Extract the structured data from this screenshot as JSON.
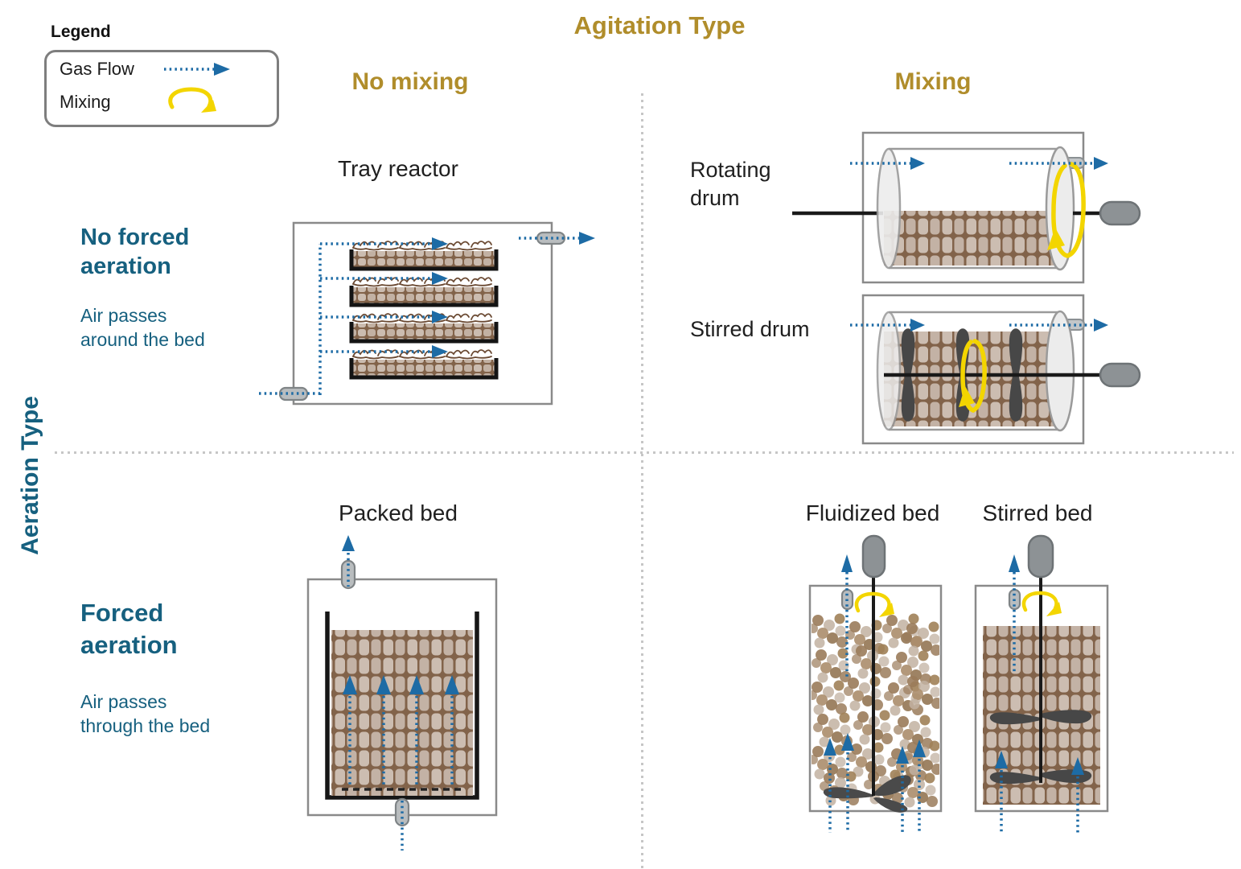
{
  "legend": {
    "title": "Legend",
    "gas_flow_label": "Gas Flow",
    "mixing_label": "Mixing"
  },
  "axes": {
    "agitation": {
      "title": "Agitation Type",
      "no_mixing": "No mixing",
      "mixing": "Mixing"
    },
    "aeration": {
      "title": "Aeration Type",
      "no_forced": {
        "label": "No forced aeration",
        "description": "Air passes around the bed"
      },
      "forced": {
        "label": "Forced aeration",
        "description": "Air passes through the bed"
      }
    }
  },
  "reactors": {
    "tray": {
      "label": "Tray reactor"
    },
    "rotating_drum": {
      "label": "Rotating drum"
    },
    "stirred_drum": {
      "label": "Stirred drum"
    },
    "packed_bed": {
      "label": "Packed bed"
    },
    "fluidized_bed": {
      "label": "Fluidized bed"
    },
    "stirred_bed": {
      "label": "Stirred bed"
    }
  },
  "colors": {
    "accent_gold": "#b08d2b",
    "accent_teal": "#16607f",
    "gas_flow_blue": "#1d6ba5",
    "mixing_yellow": "#f3d500",
    "substrate_mortar": "#82634a",
    "substrate_block": "#cbbcb0",
    "metal_gray": "#8d9295",
    "divider_gray": "#c6c6c6"
  }
}
